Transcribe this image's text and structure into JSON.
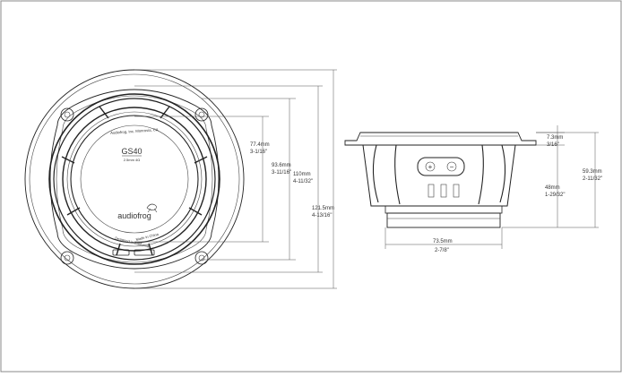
{
  "front_view": {
    "model": "GS40",
    "maker": "Audiofrog, Inc. Monrovia, CA",
    "spec": "2.5mm 4Ω",
    "logo": "audiofrog",
    "designed": "Designed in California",
    "made": "Made in China"
  },
  "dimensions": {
    "d1": {
      "mm": "77.4mm",
      "inch": "3-1/16\""
    },
    "d2": {
      "mm": "93.6mm",
      "inch": "3-11/16\""
    },
    "d3": {
      "mm": "110mm",
      "inch": "4-11/32\""
    },
    "d4": {
      "mm": "121.5mm",
      "inch": "4-13/16\""
    },
    "s1": {
      "mm": "7.3mm",
      "inch": "3/16\""
    },
    "s2": {
      "mm": "48mm",
      "inch": "1-29/32\""
    },
    "s3": {
      "mm": "59.3mm",
      "inch": "2-11/32\""
    },
    "s4": {
      "mm": "73.5mm",
      "inch": "2-7/8\""
    }
  },
  "terminal_symbols": {
    "plus": "+",
    "minus": "−"
  }
}
